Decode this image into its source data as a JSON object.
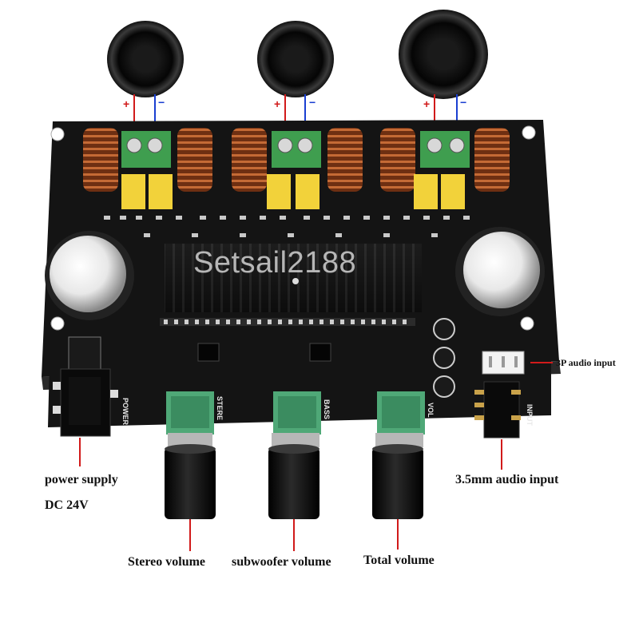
{
  "watermark": "Setsail2188",
  "callouts": {
    "three_p_input": "3P audio input",
    "mm_input": "3.5mm audio input",
    "power_line1": "power supply",
    "power_line2": "DC 24V",
    "stereo_volume": "Stereo volume",
    "subwoofer_volume": "subwoofer volume",
    "total_volume": "Total volume"
  },
  "silkscreen": {
    "power": "POWER",
    "stere": "STERE",
    "bass": "BASS",
    "vol": "VOL",
    "input": "INPUT"
  },
  "polarity": {
    "plus": "+",
    "minus": "−"
  },
  "colors": {
    "board": "#141414",
    "copper": "#b05a2a",
    "terminal": "#3f9e4f",
    "capacitor": "#f2d23a",
    "knob": "#0d0d0d",
    "wire_red": "#d11a1a",
    "wire_blue": "#1a3fd1"
  }
}
